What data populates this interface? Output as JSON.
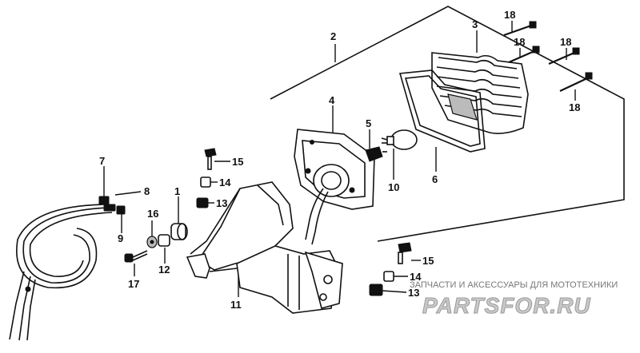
{
  "diagram": {
    "callouts": [
      {
        "id": "c1",
        "label": "1"
      },
      {
        "id": "c2",
        "label": "2"
      },
      {
        "id": "c3",
        "label": "3"
      },
      {
        "id": "c4",
        "label": "4"
      },
      {
        "id": "c5",
        "label": "5"
      },
      {
        "id": "c6",
        "label": "6"
      },
      {
        "id": "c7",
        "label": "7"
      },
      {
        "id": "c8",
        "label": "8"
      },
      {
        "id": "c9",
        "label": "9"
      },
      {
        "id": "c10",
        "label": "10"
      },
      {
        "id": "c11",
        "label": "11"
      },
      {
        "id": "c12",
        "label": "12"
      },
      {
        "id": "c13a",
        "label": "13"
      },
      {
        "id": "c13b",
        "label": "13"
      },
      {
        "id": "c14a",
        "label": "14"
      },
      {
        "id": "c14b",
        "label": "14"
      },
      {
        "id": "c15a",
        "label": "15"
      },
      {
        "id": "c15b",
        "label": "15"
      },
      {
        "id": "c16",
        "label": "16"
      },
      {
        "id": "c17",
        "label": "17"
      },
      {
        "id": "c18a",
        "label": "18"
      },
      {
        "id": "c18b",
        "label": "18"
      },
      {
        "id": "c18c",
        "label": "18"
      },
      {
        "id": "c18d",
        "label": "18"
      }
    ]
  },
  "watermark": {
    "caption": "ЗАПЧАСТИ И АКСЕССУАРЫ ДЛЯ МОТОТЕХНИКИ",
    "logo": "PARTSFOR.RU"
  }
}
